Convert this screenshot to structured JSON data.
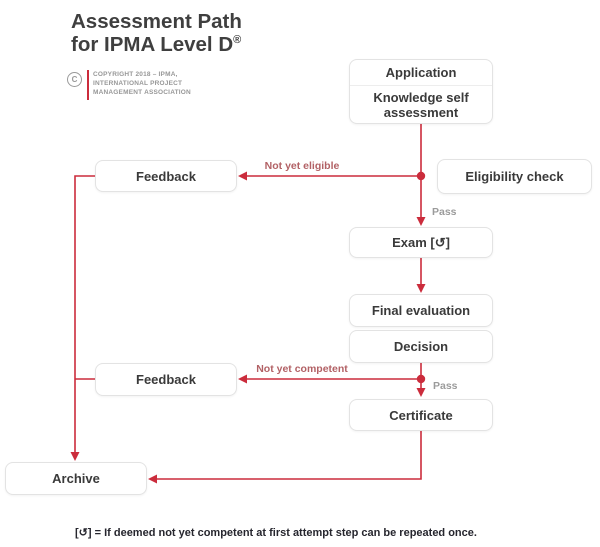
{
  "title": {
    "line1": "Assessment Path",
    "line2": "for IPMA Level D",
    "registered_mark": "®"
  },
  "copyright": {
    "symbol": "C",
    "lines": [
      "COPYRIGHT 2018 – IPMA,",
      "INTERNATIONAL PROJECT",
      "MANAGEMENT ASSOCIATION"
    ]
  },
  "nodes": {
    "application": "Application",
    "knowledge_self_assessment": "Knowledge self assessment",
    "eligibility_check": "Eligibility check",
    "feedback_top": "Feedback",
    "exam": "Exam [↺]",
    "final_evaluation": "Final evaluation",
    "decision": "Decision",
    "feedback_bottom": "Feedback",
    "certificate": "Certificate",
    "archive": "Archive"
  },
  "edge_labels": {
    "not_yet_eligible": "Not yet eligible",
    "pass_top": "Pass",
    "not_yet_competent": "Not yet competent",
    "pass_bottom": "Pass"
  },
  "footnote": "[↺] = If deemed not yet competent at first attempt step can be repeated once.",
  "colors": {
    "accent_red": "#cb2c3c",
    "muted_label_red": "#b26165",
    "label_gray": "#9b9b9b",
    "box_border": "#e3e3e3",
    "text_dark": "#3a3a3a",
    "title_dark": "#3f3f3f",
    "footnote_dark": "#26262e"
  }
}
